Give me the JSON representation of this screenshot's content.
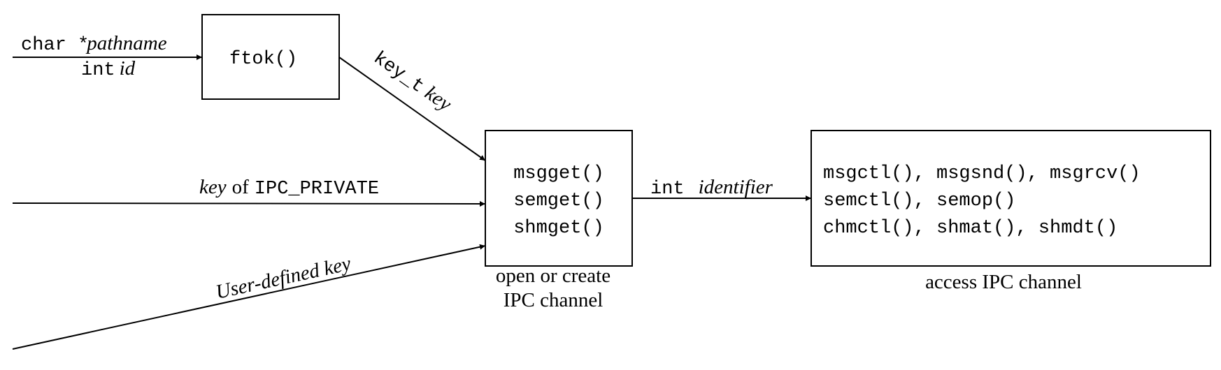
{
  "inputs": {
    "pathname": {
      "type": "char *",
      "name": "pathname"
    },
    "id": {
      "type": "int",
      "name": "id"
    },
    "private": {
      "name": "key",
      "word": "of",
      "value": "IPC_PRIVATE"
    },
    "user": {
      "label": "User-defined key"
    }
  },
  "ftok": {
    "label": "ftok()"
  },
  "key_t": {
    "type": "key_t",
    "name": "key"
  },
  "get_box": {
    "functions": [
      "msgget()",
      "semget()",
      "shmget()"
    ],
    "caption": [
      "open or create",
      "IPC channel"
    ]
  },
  "identifier": {
    "type": "int",
    "name": "identifier"
  },
  "access_box": {
    "functions": [
      "msgctl(), msgsnd(), msgrcv()",
      "semctl(), semop()",
      "chmctl(), shmat(), shmdt()"
    ],
    "caption": "access IPC channel"
  }
}
